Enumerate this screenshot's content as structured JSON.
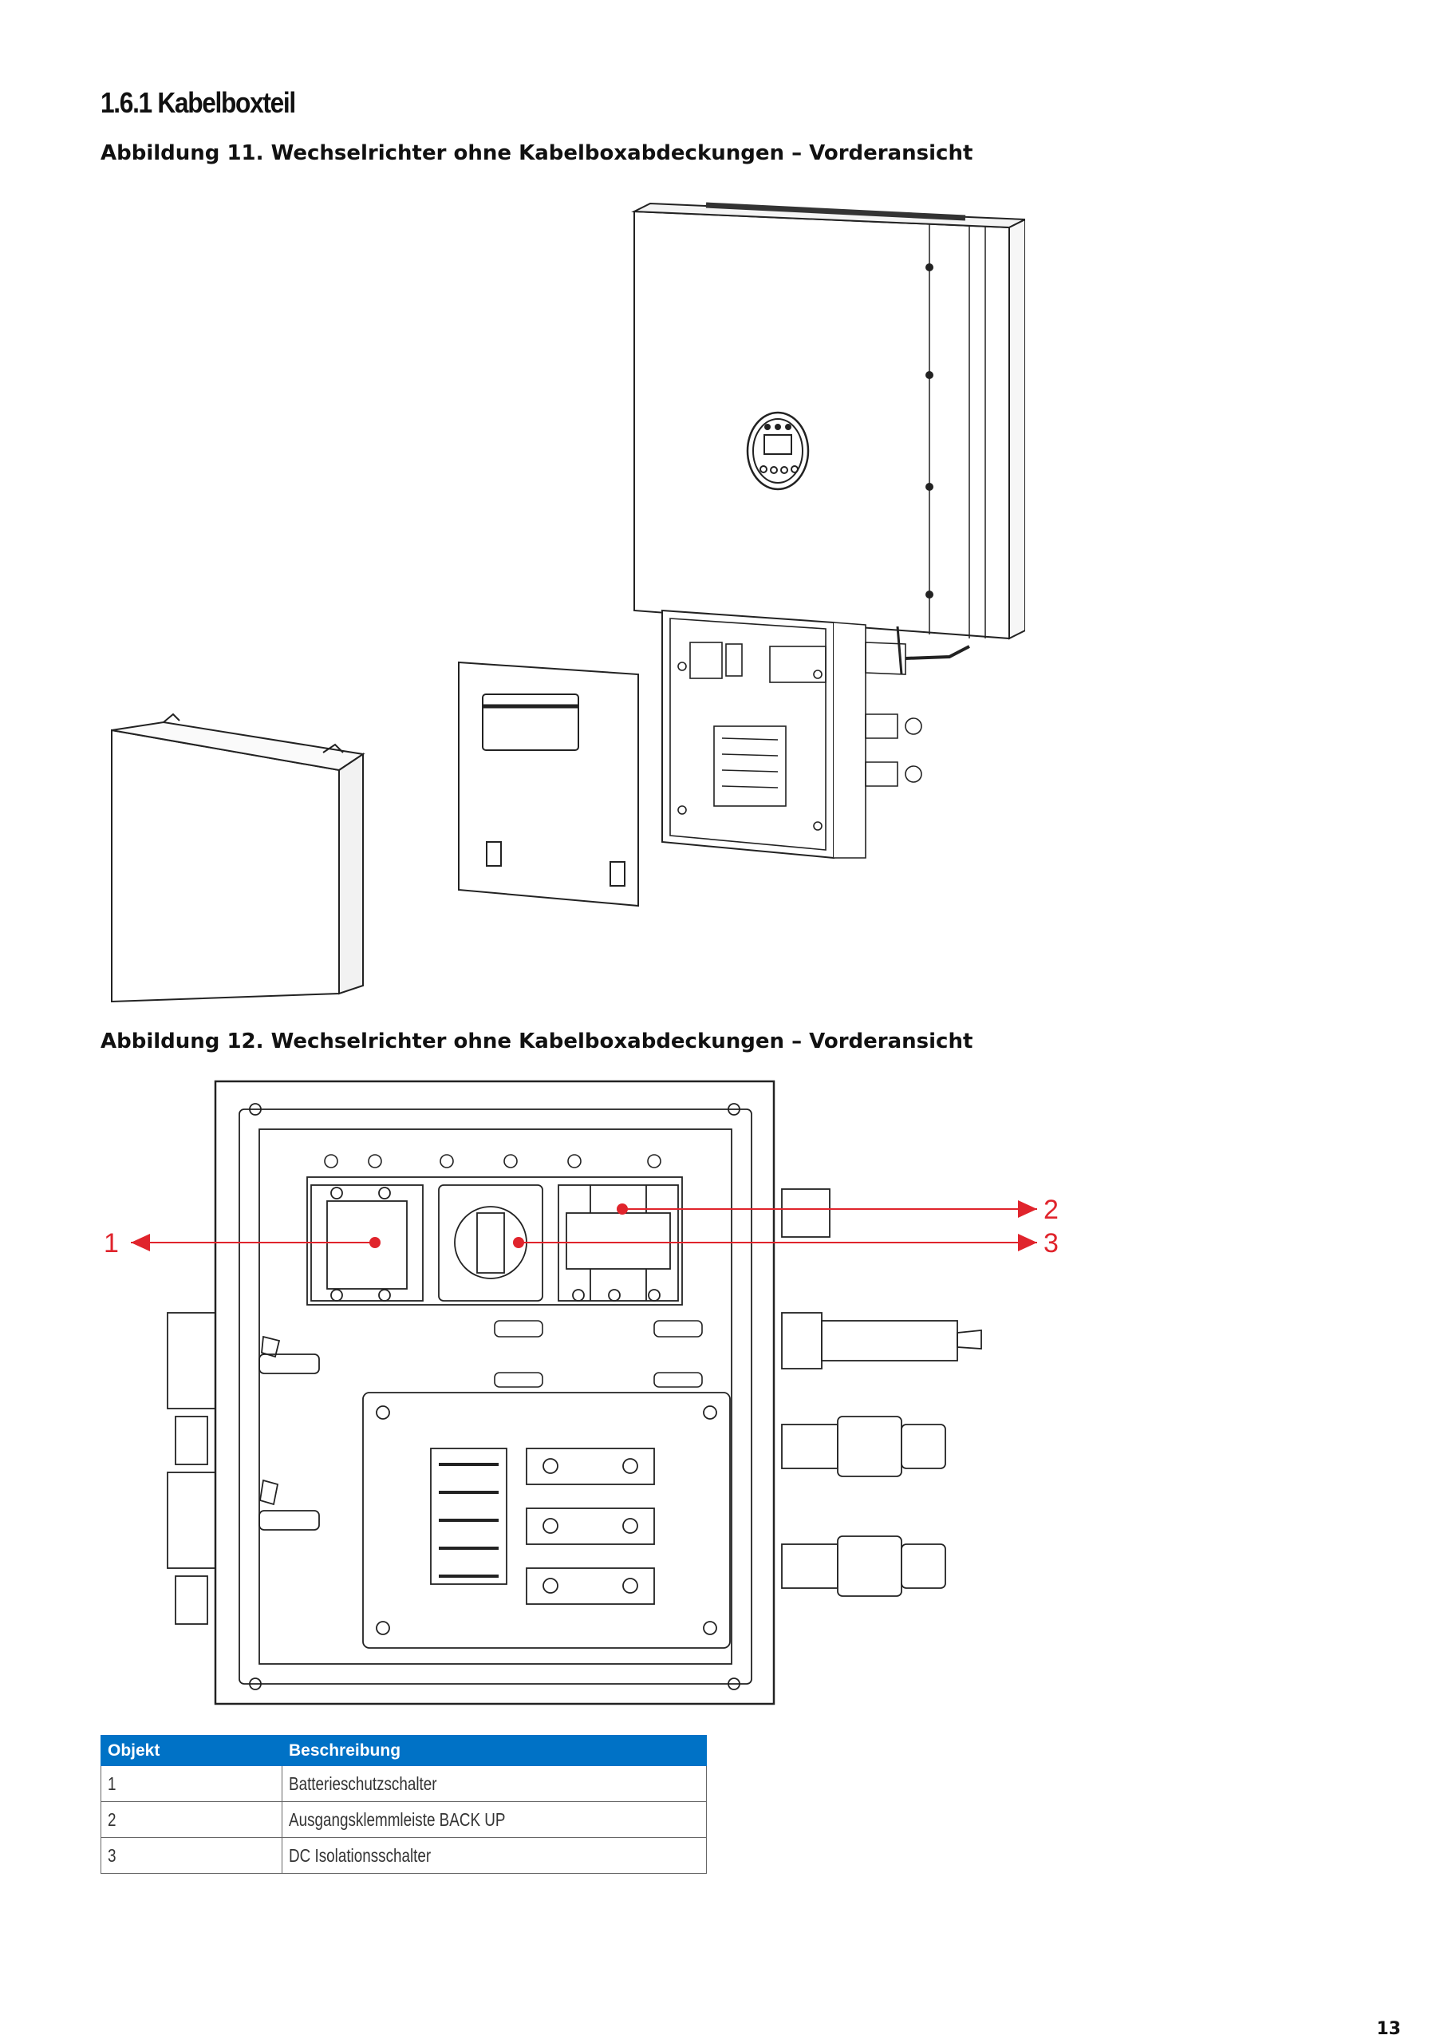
{
  "heading": "1.6.1 Kabelboxteil",
  "figure_11": {
    "caption": "Abbildung 11.  Wechselrichter ohne Kabelboxabdeckungen – Vorderansicht"
  },
  "figure_12": {
    "caption": "Abbildung 12.  Wechselrichter ohne Kabelboxabdeckungen – Vorderansicht",
    "callouts": [
      "1",
      "2",
      "3"
    ],
    "callout_color": "#e0242c"
  },
  "table": {
    "headers": [
      "Objekt",
      "Beschreibung"
    ],
    "header_color": "#0072c6",
    "rows": [
      {
        "item": "1",
        "description": "Batterieschutzschalter"
      },
      {
        "item": "2",
        "description": "Ausgangsklemmleiste BACK UP"
      },
      {
        "item": "3",
        "description": "DC Isolationsschalter"
      }
    ]
  },
  "page_number": "13"
}
